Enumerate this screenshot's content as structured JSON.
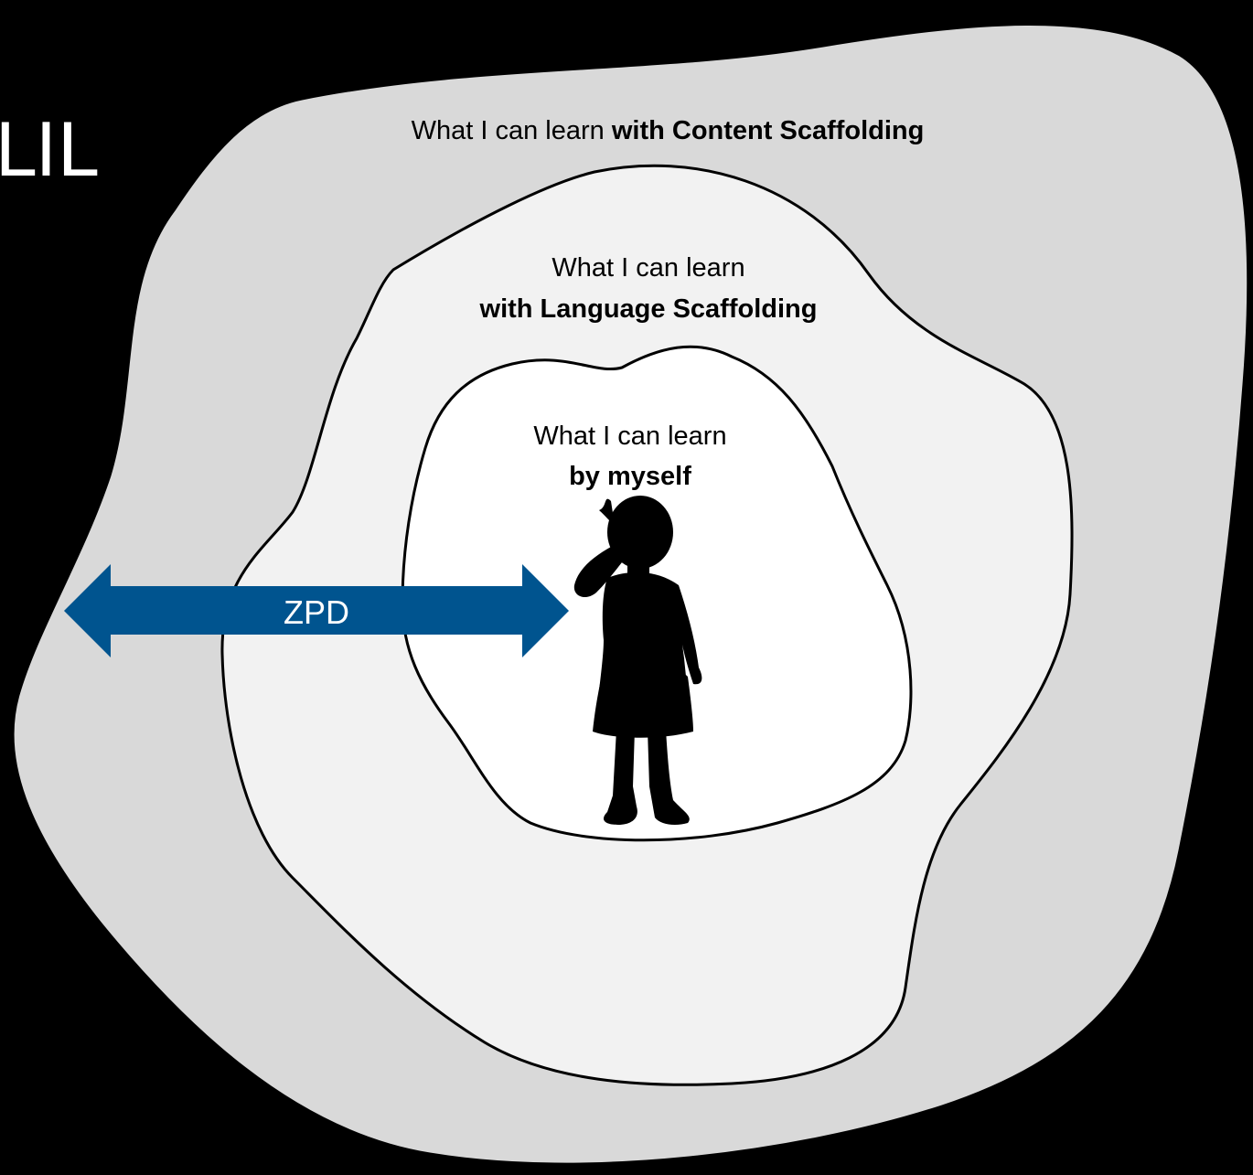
{
  "slide": {
    "title_fragment": "LIL"
  },
  "zones": {
    "outer": {
      "prefix": "What I can learn ",
      "emphasis": "with Content Scaffolding",
      "fill": "#d9d9d9"
    },
    "middle": {
      "line1": "What I can learn",
      "line2": "with Language Scaffolding",
      "fill": "#f2f2f2"
    },
    "inner": {
      "line1": "What I can learn",
      "line2": "by myself",
      "fill": "#ffffff"
    }
  },
  "zpd_arrow": {
    "label": "ZPD",
    "color": "#00548f"
  },
  "child": {
    "icon": "child-silhouette-icon",
    "color": "#000000"
  }
}
